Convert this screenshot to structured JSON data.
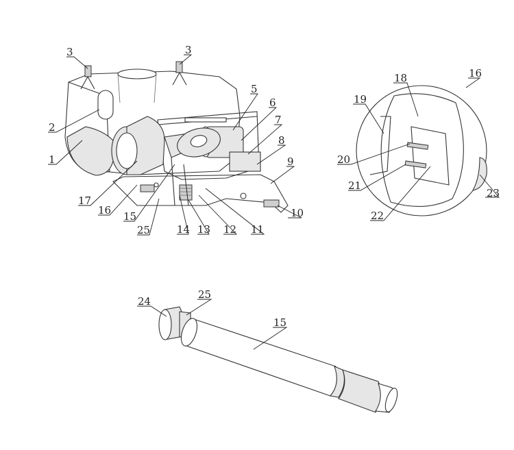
{
  "labels": {
    "l3a": "3",
    "l3b": "3",
    "l5": "5",
    "l6": "6",
    "l7": "7",
    "l8": "8",
    "l9": "9",
    "l10": "10",
    "l2": "2",
    "l1": "1",
    "l17": "17",
    "l16": "16",
    "l15": "15",
    "l25": "25",
    "l14": "14",
    "l13": "13",
    "l12": "12",
    "l11": "11",
    "r18": "18",
    "r16": "16",
    "r19": "19",
    "r20": "20",
    "r21": "21",
    "r22": "22",
    "r23": "23",
    "b24": "24",
    "b25": "25",
    "b15": "15"
  }
}
